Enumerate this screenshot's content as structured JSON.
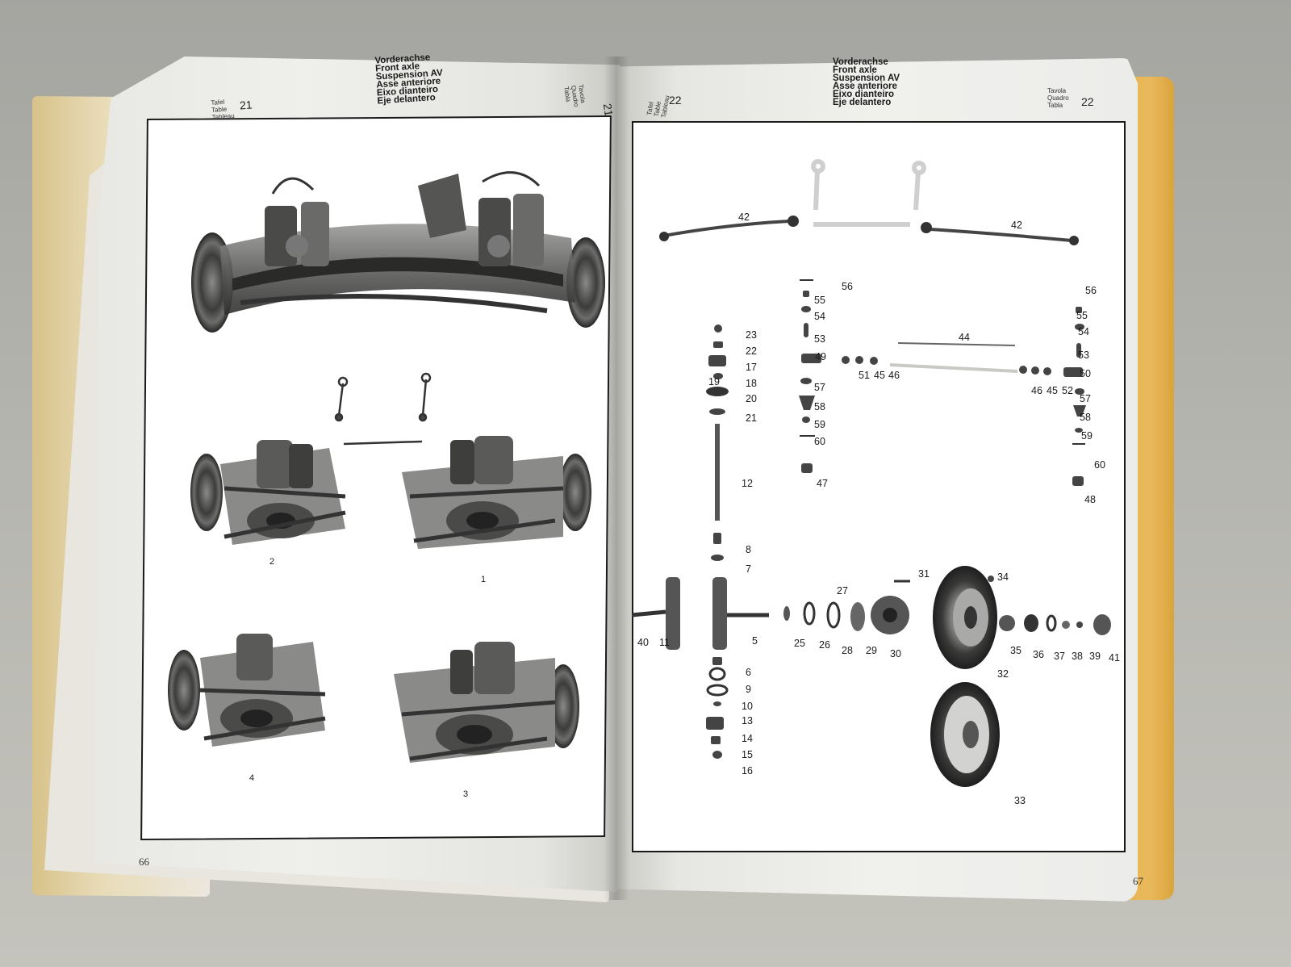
{
  "left_page": {
    "header": {
      "labels": [
        "Tafel",
        "Table",
        "Tableau"
      ],
      "plate_number": "21",
      "labels_right": [
        "Tavola",
        "Quadro",
        "Tabla"
      ],
      "plate_number_right": "21",
      "titles": [
        "Vorderachse",
        "Front axle",
        "Suspension AV",
        "Asse anteriore",
        "Eixo dianteiro",
        "Eje delantero"
      ]
    },
    "figure_labels": [
      "2",
      "1",
      "4",
      "3"
    ],
    "page_number": "66"
  },
  "right_page": {
    "header": {
      "labels": [
        "Tafel",
        "Table",
        "Tableau"
      ],
      "plate_number": "22",
      "labels_right": [
        "Tavola",
        "Quadro",
        "Tabla"
      ],
      "plate_number_right": "22",
      "titles": [
        "Vorderachse",
        "Front axle",
        "Suspension AV",
        "Asse anteriore",
        "Eixo dianteiro",
        "Eje delantero"
      ]
    },
    "callouts": [
      "42",
      "42",
      "56",
      "55",
      "54",
      "53",
      "49",
      "57",
      "58",
      "59",
      "60",
      "47",
      "44",
      "51",
      "45",
      "46",
      "46",
      "45",
      "52",
      "56",
      "55",
      "54",
      "53",
      "50",
      "57",
      "58",
      "59",
      "60",
      "48",
      "23",
      "22",
      "17",
      "19",
      "18",
      "20",
      "21",
      "12",
      "8",
      "7",
      "31",
      "34",
      "27",
      "40",
      "11",
      "5",
      "25",
      "26",
      "28",
      "29",
      "30",
      "35",
      "36",
      "37",
      "38",
      "39",
      "41",
      "32",
      "6",
      "9",
      "10",
      "13",
      "14",
      "15",
      "16",
      "33"
    ],
    "page_number": "67"
  }
}
